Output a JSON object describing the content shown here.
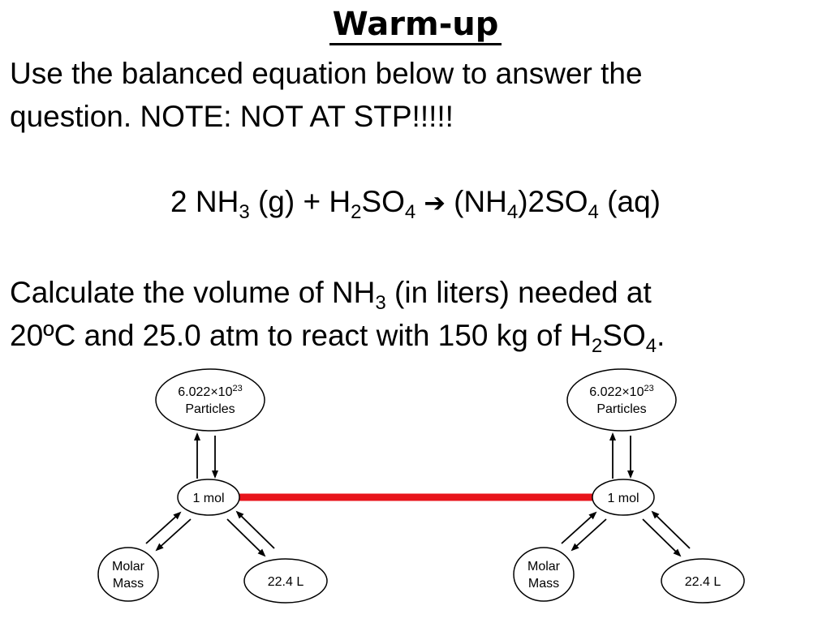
{
  "slide": {
    "title": "Warm-up",
    "intro_line1": "Use the balanced equation below to answer the",
    "intro_line2": "question. NOTE: NOT AT STP!!!!!",
    "equation": {
      "coef": "2 NH",
      "nh3_sub": "3",
      "state_g": " (g) + H",
      "h2_sub": "2",
      "so": "SO",
      "so4_sub": "4",
      "arrow": "➔",
      "product_open": "(NH",
      "nh4_sub": "4",
      "product_rest": ")2SO",
      "so4b_sub": "4",
      "state_aq": " (aq)"
    },
    "question_line1_a": "Calculate the volume of NH",
    "question_line1_sub": "3",
    "question_line1_b": " (in liters) needed at",
    "question_line2_a": "20ºC and 25.0 atm to react with 150 kg of H",
    "question_line2_sub1": "2",
    "question_line2_b": "SO",
    "question_line2_sub2": "4",
    "question_line2_c": "."
  },
  "diagram": {
    "link_color": "#e8141b",
    "left": {
      "particles_base": "6.022×10",
      "particles_exp": "23",
      "particles_word": "Particles",
      "mol": "1 mol",
      "molar_line1": "Molar",
      "molar_line2": "Mass",
      "volume": "22.4 L"
    },
    "right": {
      "particles_base": "6.022×10",
      "particles_exp": "23",
      "particles_word": "Particles",
      "mol": "1 mol",
      "molar_line1": "Molar",
      "molar_line2": "Mass",
      "volume": "22.4 L"
    }
  }
}
